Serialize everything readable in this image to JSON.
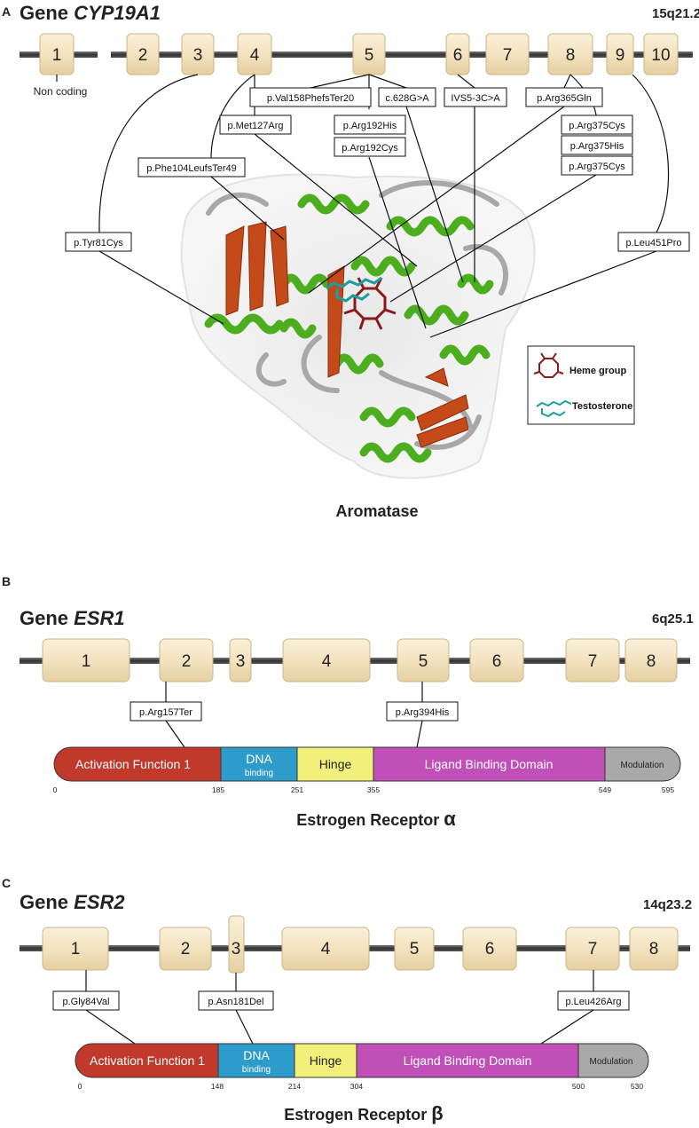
{
  "panelA": {
    "letter": "A",
    "gene_prefix": "Gene ",
    "gene_name": "CYP19A1",
    "locus": "15q21.2",
    "exons": [
      "1",
      "2",
      "3",
      "4",
      "5",
      "6",
      "7",
      "8",
      "9",
      "10"
    ],
    "non_coding": "Non coding",
    "mutations": {
      "val158": "p.Val158PhefsTer20",
      "c628": "c.628G>A",
      "ivs5": "IVS5-3C>A",
      "arg365": "p.Arg365Gln",
      "met127": "p.Met127Arg",
      "arg192his": "p.Arg192His",
      "arg192cys": "p.Arg192Cys",
      "arg375cys1": "p.Arg375Cys",
      "arg375his": "p.Arg375His",
      "arg375cys2": "p.Arg375Cys",
      "phe104": "p.Phe104LeufsTer49",
      "tyr81": "p.Tyr81Cys",
      "leu451": "p.Leu451Pro"
    },
    "legend": {
      "heme": "Heme group",
      "testosterone": "Testosterone"
    },
    "caption": "Aromatase",
    "colors": {
      "helix": "#4cae1f",
      "sheet": "#c44a1a",
      "heme": "#8b1a1a",
      "testosterone": "#1a9ea0"
    }
  },
  "panelB": {
    "letter": "B",
    "gene_prefix": "Gene ",
    "gene_name": "ESR1",
    "locus": "6q25.1",
    "exons": [
      "1",
      "2",
      "3",
      "4",
      "5",
      "6",
      "7",
      "8"
    ],
    "mutations": {
      "m1": "p.Arg157Ter",
      "m2": "p.Arg394His"
    },
    "domains": {
      "af1": "Activation Function 1",
      "dna": "DNA",
      "dna_sub": "binding",
      "hinge": "Hinge",
      "lbd": "Ligand Binding Domain",
      "mod": "Modulation"
    },
    "ticks": [
      "0",
      "185",
      "251",
      "355",
      "549",
      "595"
    ],
    "caption_text": "Estrogen Receptor ",
    "caption_greek": "α"
  },
  "panelC": {
    "letter": "C",
    "gene_prefix": "Gene ",
    "gene_name": "ESR2",
    "locus": "14q23.2",
    "exons": [
      "1",
      "2",
      "3",
      "4",
      "5",
      "6",
      "7",
      "8"
    ],
    "mutations": {
      "m1": "p.Gly84Val",
      "m2": "p.Asn181Del",
      "m3": "p.Leu426Arg"
    },
    "domains": {
      "af1": "Activation Function 1",
      "dna": "DNA",
      "dna_sub": "binding",
      "hinge": "Hinge",
      "lbd": "Ligand Binding Domain",
      "mod": "Modulation"
    },
    "ticks": [
      "0",
      "148",
      "214",
      "304",
      "500",
      "530"
    ],
    "caption_text": "Estrogen Receptor ",
    "caption_greek": "β"
  },
  "domain_colors": {
    "af1": "#c0392b",
    "dna": "#2e9ccb",
    "hinge": "#f2ef7a",
    "lbd": "#c050b8",
    "mod": "#a9a9a9"
  }
}
